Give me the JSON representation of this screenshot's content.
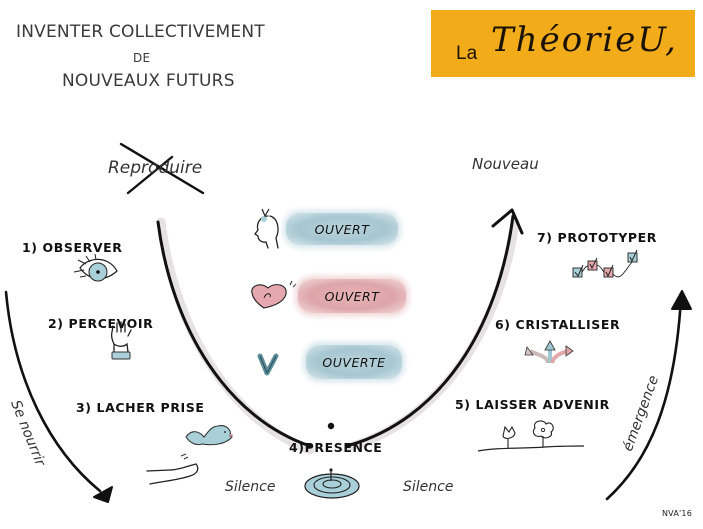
{
  "title": {
    "line1": "INVENTER COLLECTIVEMENT",
    "line2": "DE",
    "line3": "NOUVEAUX FUTURS"
  },
  "banner": {
    "prefix": "La",
    "main": "ThéorieU,",
    "background_color": "#f2ac1a"
  },
  "labels": {
    "reproduire": "Reproduire",
    "nouveau": "Nouveau",
    "se_nourrir": "Se nourrir",
    "emergence": "émergence",
    "silence_left": "Silence",
    "silence_right": "Silence"
  },
  "steps": [
    {
      "id": "observer",
      "label": "1) OBSERVER",
      "icon": "eye-icon"
    },
    {
      "id": "percevoir",
      "label": "2) PERCEVOIR",
      "icon": "hand-icon"
    },
    {
      "id": "lacher-prise",
      "label": "3) LACHER PRISE",
      "icon": "bird-icon"
    },
    {
      "id": "presence",
      "label": "4)PRESENCE",
      "icon": "water-ripple-icon"
    },
    {
      "id": "laisser-advenir",
      "label": "5) LAISSER ADVENIR",
      "icon": "flowers-icon"
    },
    {
      "id": "cristalliser",
      "label": "6) CRISTALLISER",
      "icon": "branching-arrows-icon"
    },
    {
      "id": "prototyper",
      "label": "7) PROTOTYPER",
      "icon": "checkboxes-icon"
    }
  ],
  "openness": [
    {
      "id": "mind",
      "label": "OUVERT",
      "icon": "head-icon",
      "color": "#a6c6d1"
    },
    {
      "id": "heart",
      "label": "OUVERT",
      "icon": "heart-icon",
      "color": "#dea5a9"
    },
    {
      "id": "will",
      "label": "OUVERTE",
      "icon": "v-letter-icon",
      "color": "#a6c6d1"
    }
  ],
  "signature": "NVA'16",
  "colors": {
    "ink": "#111111",
    "blue_wash": "#a6c6d1",
    "pink_wash": "#dea5a9",
    "yellow": "#f2ac1a"
  }
}
